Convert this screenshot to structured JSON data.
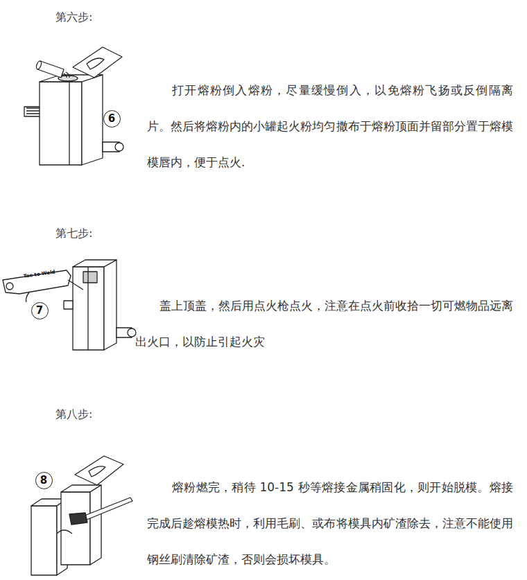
{
  "diagram": {
    "nodes": [
      {
        "text": [
          "6"
        ]
      },
      {
        "text": [
          "7"
        ]
      },
      {
        "text": [
          "8"
        ]
      }
    ],
    "labels": [
      "第六步:",
      "打开熔粉倒入熔粉，尽量缓慢倒入，以免熔粉飞扬或反倒隔离片。然后将熔粉内的小罐起火粉均匀撒布于熔粉顶面并留部分置于熔模模唇内，便于点火.",
      "第七步:",
      "Tee to Weld",
      "盖上顶盖，然后用点火枪点火，注意在点火前收拾一切可燃物品远离出火口，以防止引起火灾",
      "第八步:",
      "熔粉燃完，稍待 10-15 秒等熔接金属稍固化，则开始脱模。熔接完成后趁熔模热时，利用毛刷、或布将模具内矿渣除去，注意不能使用钢丝刷清除矿渣，否则会损坏模具。"
    ]
  }
}
